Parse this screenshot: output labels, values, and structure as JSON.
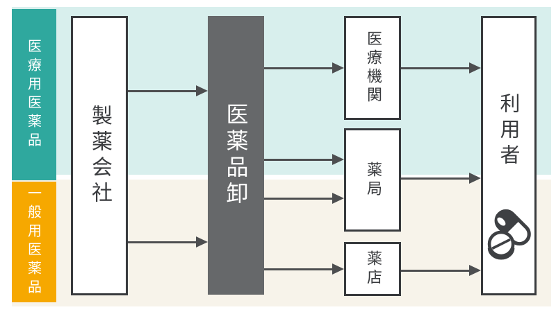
{
  "zones": {
    "prescription": {
      "label": "医療用医薬品",
      "band_color": "#2fa89e",
      "bg_color": "#d8efed"
    },
    "otc": {
      "label": "一般用医薬品",
      "band_color": "#f6a800",
      "bg_color": "#f7f3ea"
    }
  },
  "nodes": {
    "maker": {
      "label": "製薬会社"
    },
    "wholesaler": {
      "label": "医薬品卸"
    },
    "medical_institution": {
      "label": "医療機関"
    },
    "pharmacy": {
      "label": "薬局"
    },
    "drugstore": {
      "label": "薬店"
    },
    "user": {
      "label": "利用者"
    }
  },
  "edges": [
    {
      "from": "製薬会社",
      "to": "医薬品卸",
      "zone": "医療用医薬品"
    },
    {
      "from": "製薬会社",
      "to": "医薬品卸",
      "zone": "一般用医薬品"
    },
    {
      "from": "医薬品卸",
      "to": "医療機関",
      "zone": "医療用医薬品"
    },
    {
      "from": "医薬品卸",
      "to": "薬局",
      "zone": "医療用医薬品"
    },
    {
      "from": "医薬品卸",
      "to": "薬局",
      "zone": "一般用医薬品"
    },
    {
      "from": "医薬品卸",
      "to": "薬店",
      "zone": "一般用医薬品"
    },
    {
      "from": "医療機関",
      "to": "利用者",
      "zone": "医療用医薬品"
    },
    {
      "from": "薬局",
      "to": "利用者",
      "zone": ""
    },
    {
      "from": "薬店",
      "to": "利用者",
      "zone": "一般用医薬品"
    }
  ],
  "icons": {
    "pills": "capsule-and-tablet"
  },
  "colors": {
    "box_border": "#383a3d",
    "arrow": "#4d4e50",
    "wholesaler_bg": "#66686a",
    "text_dark": "#383a3d",
    "text_white": "#ffffff",
    "page_margin": "#ffffff"
  }
}
